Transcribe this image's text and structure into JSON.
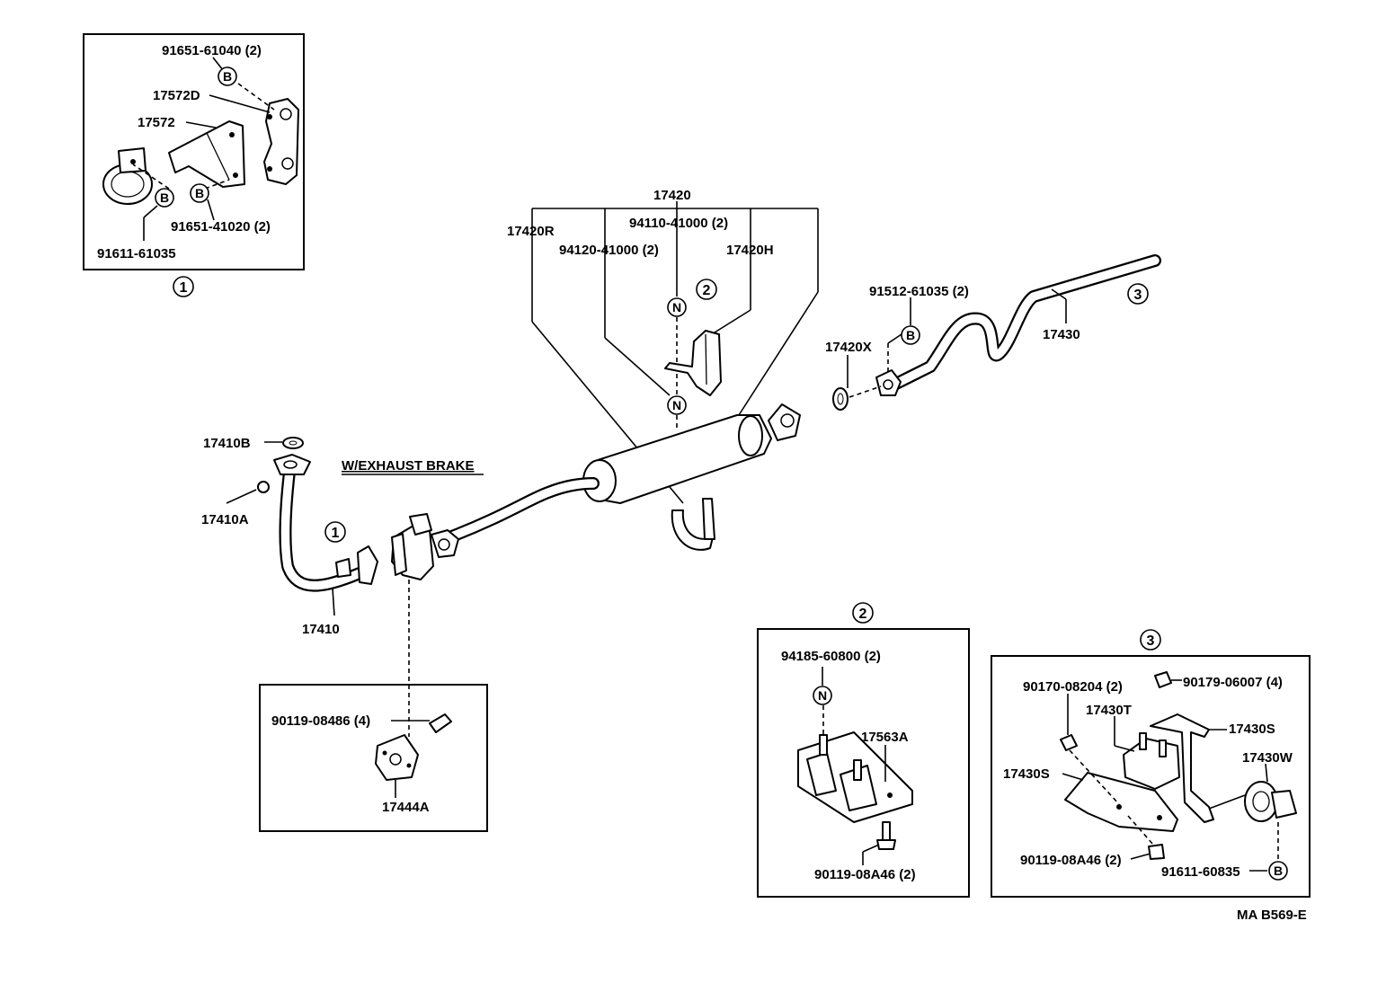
{
  "caption": "W/EXHAUST BRAKE",
  "drawing_code": "MA B569-E",
  "refs": {
    "one": "1",
    "two": "2",
    "three": "3"
  },
  "symbols": {
    "bolt": "B",
    "nut": "N"
  },
  "parts": {
    "p91651_61040": "91651-61040 (2)",
    "p17572D": "17572D",
    "p17572": "17572",
    "p91651_41020": "91651-41020 (2)",
    "p91611_61035": "91611-61035",
    "p17420": "17420",
    "p17420R": "17420R",
    "p94110_41000": "94110-41000 (2)",
    "p94120_41000": "94120-41000 (2)",
    "p17420H": "17420H",
    "p91512_61035": "91512-61035 (2)",
    "p17420X": "17420X",
    "p17430": "17430",
    "p17410B": "17410B",
    "p17410A": "17410A",
    "p17410": "17410",
    "p90119_08486": "90119-08486 (4)",
    "p17444A": "17444A",
    "p94185_60800": "94185-60800 (2)",
    "p17563A": "17563A",
    "p90119_08A46_a": "90119-08A46 (2)",
    "p90170_08204": "90170-08204 (2)",
    "p90179_06007": "90179-06007 (4)",
    "p17430T": "17430T",
    "p17430S_a": "17430S",
    "p17430W": "17430W",
    "p17430S_b": "17430S",
    "p90119_08A46_b": "90119-08A46 (2)",
    "p91611_60835": "91611-60835"
  }
}
